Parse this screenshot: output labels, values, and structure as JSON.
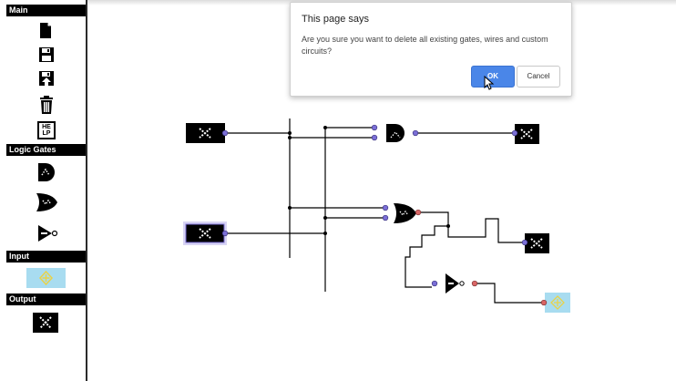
{
  "sidebar": {
    "sections": {
      "main": "Main",
      "logic_gates": "Logic Gates",
      "input": "Input",
      "output": "Output"
    },
    "tools": {
      "new": "new-file-icon",
      "save": "save-icon",
      "load": "load-icon",
      "delete": "trash-icon",
      "help": "HE LP",
      "and_gate": "and-gate-icon",
      "or_gate": "or-gate-icon",
      "not_gate": "not-gate-icon",
      "input": "input-switch-icon",
      "output": "output-display-icon"
    }
  },
  "dialog": {
    "title": "This page says",
    "message": "Are you sure you want to delete all existing gates, wires and custom circuits?",
    "ok_label": "OK",
    "cancel_label": "Cancel"
  },
  "colors": {
    "accent": "#4a86e8",
    "pin": "#7b6fd6",
    "pin_red": "#d96666",
    "input_bg": "#a8dcf0",
    "input_glyph": "#e8d24a"
  }
}
